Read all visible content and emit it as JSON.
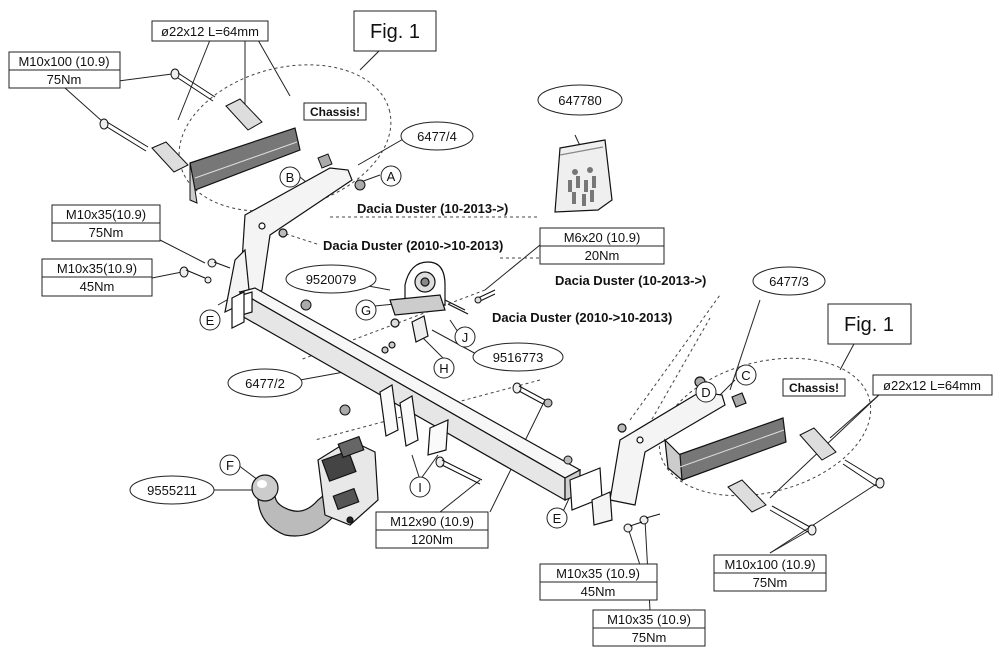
{
  "figure_labels": {
    "fig_left": "Fig. 1",
    "fig_right": "Fig. 1"
  },
  "chassis": {
    "left": "Chassis!",
    "right": "Chassis!"
  },
  "parts": {
    "p647780": "647780",
    "p6477_4": "6477/4",
    "p6477_3": "6477/3",
    "p6477_2": "6477/2",
    "p9520079": "9520079",
    "p9516773": "9516773",
    "p9555211": "9555211"
  },
  "letters": {
    "A": "A",
    "B": "B",
    "C": "C",
    "D": "D",
    "E1": "E",
    "E2": "E",
    "F": "F",
    "G": "G",
    "H": "H",
    "I": "I",
    "J": "J"
  },
  "vehicles": {
    "left_new": "Dacia Duster (10-2013->)",
    "left_old": "Dacia Duster  (2010->10-2013)",
    "right_new": "Dacia Duster (10-2013->)",
    "right_old": "Dacia Duster  (2010->10-2013)"
  },
  "bolts": {
    "sleeve_left": {
      "spec": "ø22x12 L=64mm"
    },
    "sleeve_right": {
      "spec": "ø22x12 L=64mm"
    },
    "m10x100_left": {
      "spec": "M10x100 (10.9)",
      "torque": "75Nm"
    },
    "m10x35_75_left": {
      "spec": "M10x35(10.9)",
      "torque": "75Nm"
    },
    "m10x35_45_left": {
      "spec": "M10x35(10.9)",
      "torque": "45Nm"
    },
    "m6x20": {
      "spec": "M6x20 (10.9)",
      "torque": "20Nm"
    },
    "m12x90": {
      "spec": "M12x90 (10.9)",
      "torque": "120Nm"
    },
    "m10x35_45_right": {
      "spec": "M10x35 (10.9)",
      "torque": "45Nm"
    },
    "m10x35_75_right": {
      "spec": "M10x35 (10.9)",
      "torque": "75Nm"
    },
    "m10x100_right": {
      "spec": "M10x100 (10.9)",
      "torque": "75Nm"
    }
  }
}
